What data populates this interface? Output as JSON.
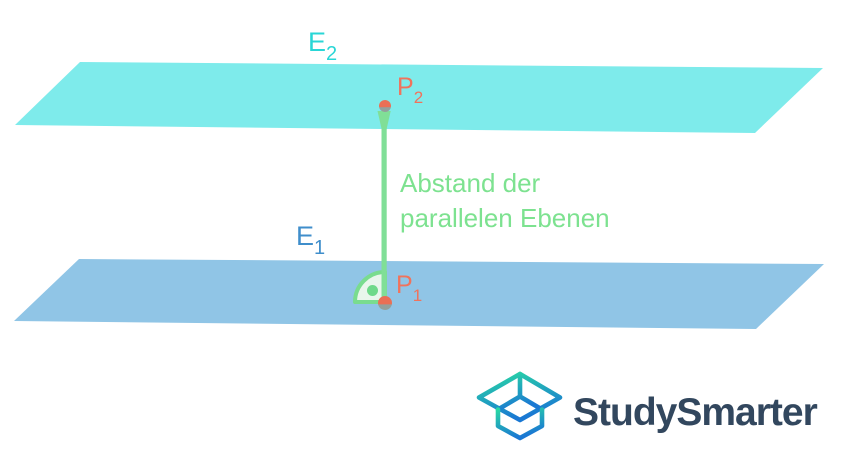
{
  "diagram": {
    "plane_top": {
      "label": "E",
      "subscript": "2",
      "fill": "#7eebeb",
      "label_color": "#29d6d6"
    },
    "plane_bottom": {
      "label": "E",
      "subscript": "1",
      "fill": "#90c5e6",
      "label_color": "#3f8ecb"
    },
    "point_top": {
      "label": "P",
      "subscript": "2",
      "label_color": "#f0735c"
    },
    "point_bottom": {
      "label": "P",
      "subscript": "1",
      "label_color": "#f0735c"
    },
    "point_fill": "#ea6f55",
    "point_shadow": "#93a09c",
    "distance_arrow": {
      "color": "#80df97"
    },
    "right_angle_marker": {
      "stroke": "#79dc8f",
      "fill": "#e9f6ec",
      "dot_color": "#6fd98a"
    },
    "annotation": {
      "line1": "Abstand der",
      "line2": "parallelen Ebenen",
      "color": "#7de290"
    }
  },
  "branding": {
    "wordmark": "StudySmarter",
    "wordmark_color": "#32475e",
    "icon": "open-box-logo",
    "icon_gradient_top": "#29d8a4",
    "icon_gradient_bottom": "#1a78d3"
  }
}
